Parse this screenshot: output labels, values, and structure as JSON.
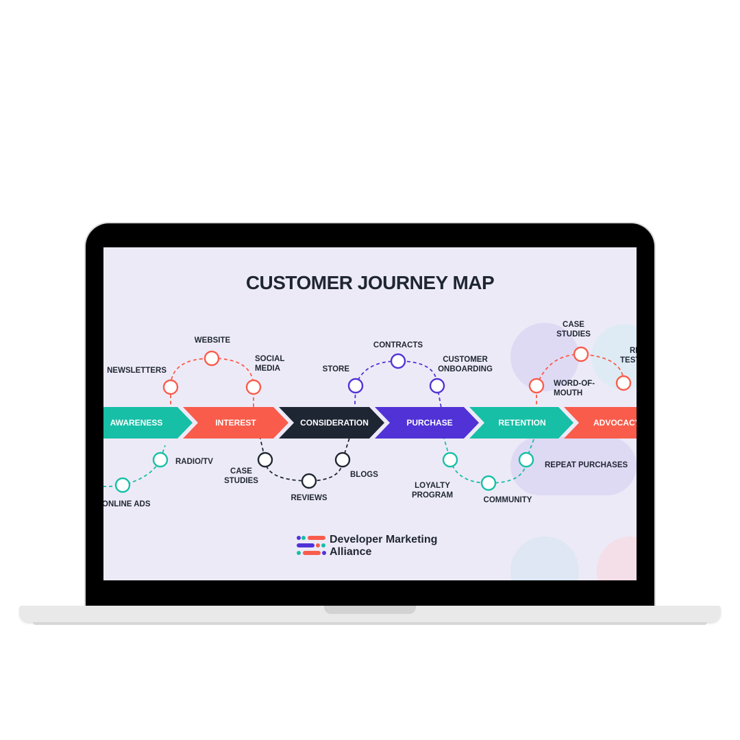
{
  "title": "CUSTOMER JOURNEY MAP",
  "stages": [
    {
      "label": "AWARENESS",
      "color": "#16bfa6"
    },
    {
      "label": "INTEREST",
      "color": "#f95c4b"
    },
    {
      "label": "CONSIDERATION",
      "color": "#1f2633"
    },
    {
      "label": "PURCHASE",
      "color": "#5032d6"
    },
    {
      "label": "RETENTION",
      "color": "#16bfa6"
    },
    {
      "label": "ADVOCACY",
      "color": "#f95c4b"
    }
  ],
  "touchpoints": {
    "awareness": [
      "ONLINE ADS",
      "RADIO/TV"
    ],
    "interest": [
      "NEWSLETTERS",
      "WEBSITE",
      "SOCIAL MEDIA"
    ],
    "consideration": [
      "CASE STUDIES",
      "REVIEWS",
      "BLOGS"
    ],
    "purchase": [
      "STORE",
      "CONTRACTS",
      "CUSTOMER ONBOARDING"
    ],
    "retention": [
      "LOYALTY PROGRAM",
      "COMMUNITY",
      "REPEAT PURCHASES"
    ],
    "advocacy": [
      "WORD-OF-MOUTH",
      "CASE STUDIES",
      "REVIEWS / TESTIMONIALS"
    ]
  },
  "logo": {
    "line1": "Developer Marketing",
    "line2": "Alliance"
  }
}
